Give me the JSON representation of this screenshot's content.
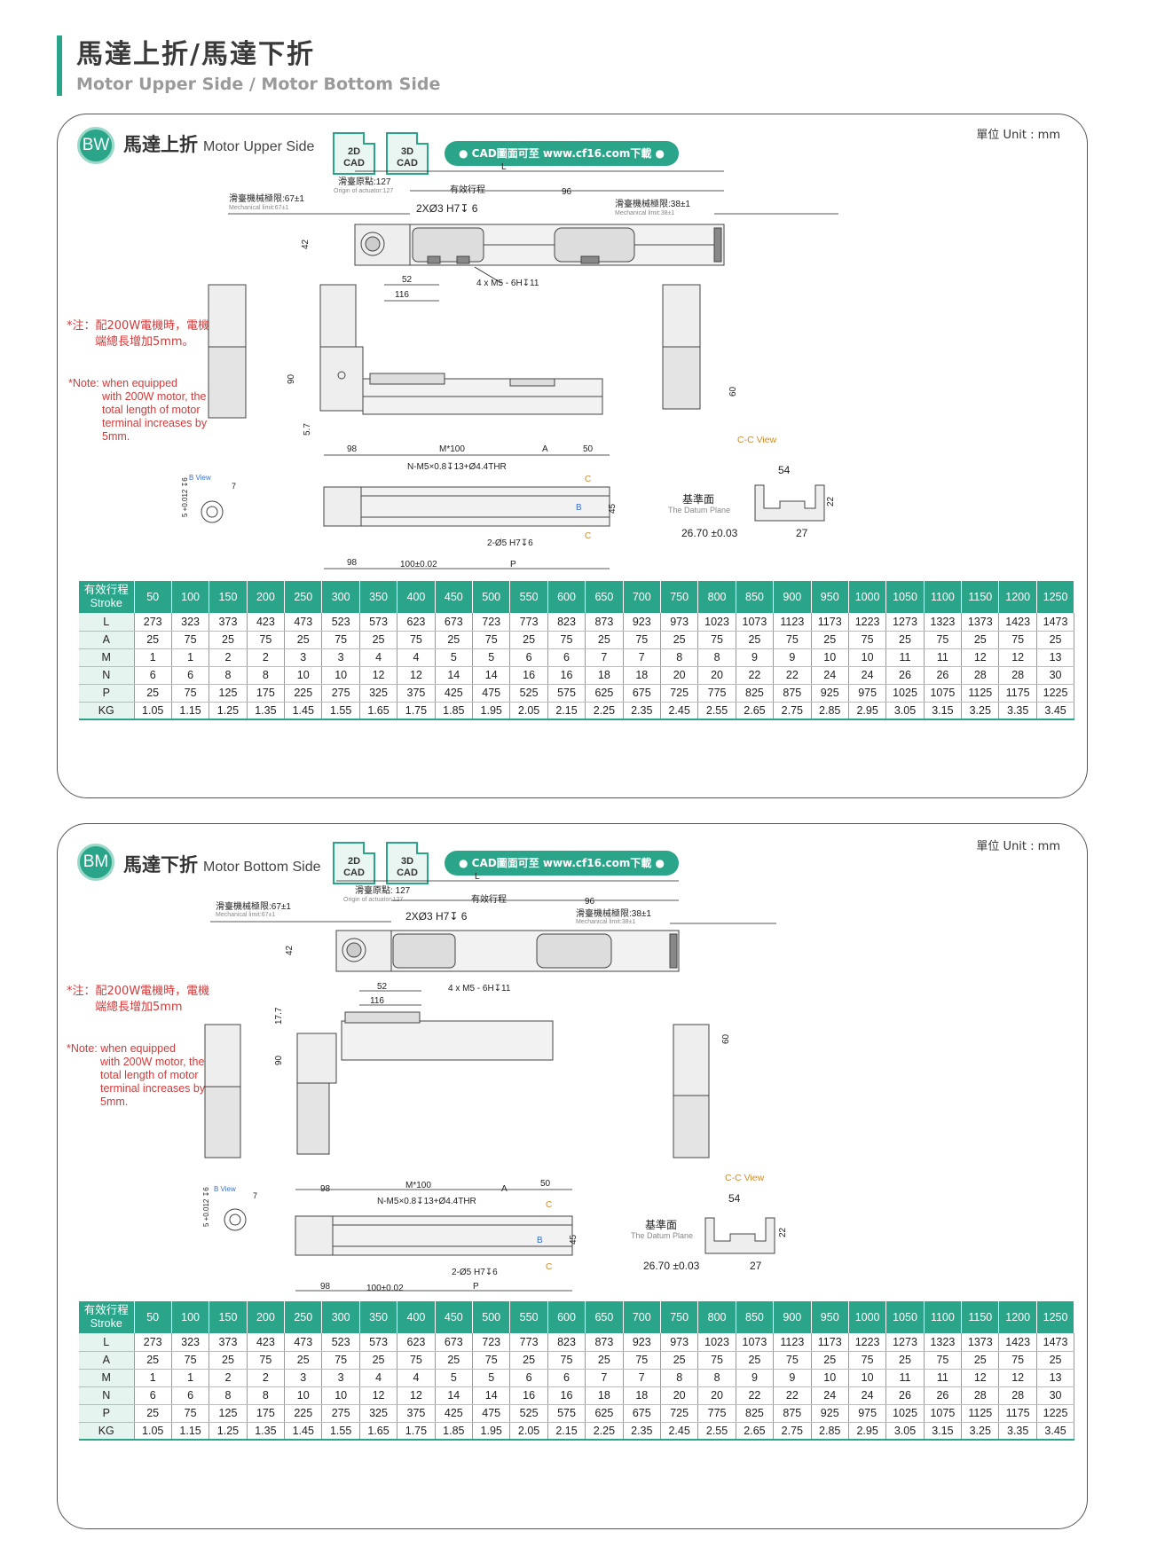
{
  "header": {
    "title": "馬達上折/馬達下折",
    "subtitle": "Motor Upper Side / Motor Bottom Side"
  },
  "common": {
    "cad_2d": [
      "2D",
      "CAD"
    ],
    "cad_3d": [
      "3D",
      "CAD"
    ],
    "cad_link": "● CAD圖面可至 www.cf16.com下載 ●",
    "note_zh_1": "*注：配200W電機時，電機",
    "note_zh_2": "端總長增加5mm。",
    "note_zh_2b": "端總長增加5mm",
    "note_en_1": "*Note: when equipped",
    "note_en_2": "with  200W motor, the",
    "note_en_3": "total length of motor",
    "note_en_4": "terminal increases by",
    "note_en_5": "5mm.",
    "dims": {
      "L": "L",
      "origin": "滑臺原點:127",
      "origin_en": "Origin of actuator:127",
      "origin_b": "滑臺原點: 127",
      "stroke": "有效行程",
      "mech_left": "滑臺機械極限:67±1",
      "mech_left_en": "Mechanical limit:67±1",
      "mech_right": "滑臺機械極限:38±1",
      "mech_right_en": "Mechanical limit:38±1",
      "d96": "96",
      "holes": "2XØ3 H7↧ 6",
      "d42": "42",
      "d52": "52",
      "d116": "116",
      "m5": "4 x M5 - 6H↧11",
      "d90": "90",
      "d57": "5.7",
      "d177": "17.7",
      "d60": "60",
      "cc_view": "C-C View",
      "d98": "98",
      "m100": "M*100",
      "dA": "A",
      "d50": "50",
      "nm5": "N-M5×0.8↧13+Ø4.4THR",
      "d45": "45",
      "d5": "2-Ø5 H7↧6",
      "p100": "100±0.02",
      "dP": "P",
      "dC": "C",
      "dB": "B",
      "b_view": "B View",
      "d7": "7",
      "tol": "5 +0.012 ↧6",
      "tol_0": "0",
      "d54": "54",
      "datum": "基準面",
      "datum_en": "The Datum Plane",
      "d22": "22",
      "d2670": "26.70 ±0.03",
      "d27": "27"
    }
  },
  "panel1": {
    "unit": "單位 Unit : mm",
    "badge": "BW",
    "title_zh": "馬達上折",
    "title_en": "Motor Upper Side"
  },
  "panel2": {
    "unit": "單位 Unit : mm",
    "badge": "BM",
    "title_zh": "馬達下折",
    "title_en": "Motor Bottom Side"
  },
  "table": {
    "header_label_zh": "有效行程",
    "header_label_en": "Stroke",
    "strokes": [
      "50",
      "100",
      "150",
      "200",
      "250",
      "300",
      "350",
      "400",
      "450",
      "500",
      "550",
      "600",
      "650",
      "700",
      "750",
      "800",
      "850",
      "900",
      "950",
      "1000",
      "1050",
      "1100",
      "1150",
      "1200",
      "1250"
    ],
    "rows": [
      {
        "label": "L",
        "values": [
          "273",
          "323",
          "373",
          "423",
          "473",
          "523",
          "573",
          "623",
          "673",
          "723",
          "773",
          "823",
          "873",
          "923",
          "973",
          "1023",
          "1073",
          "1123",
          "1173",
          "1223",
          "1273",
          "1323",
          "1373",
          "1423",
          "1473"
        ]
      },
      {
        "label": "A",
        "values": [
          "25",
          "75",
          "25",
          "75",
          "25",
          "75",
          "25",
          "75",
          "25",
          "75",
          "25",
          "75",
          "25",
          "75",
          "25",
          "75",
          "25",
          "75",
          "25",
          "75",
          "25",
          "75",
          "25",
          "75",
          "25"
        ]
      },
      {
        "label": "M",
        "values": [
          "1",
          "1",
          "2",
          "2",
          "3",
          "3",
          "4",
          "4",
          "5",
          "5",
          "6",
          "6",
          "7",
          "7",
          "8",
          "8",
          "9",
          "9",
          "10",
          "10",
          "11",
          "11",
          "12",
          "12",
          "13"
        ]
      },
      {
        "label": "N",
        "values": [
          "6",
          "6",
          "8",
          "8",
          "10",
          "10",
          "12",
          "12",
          "14",
          "14",
          "16",
          "16",
          "18",
          "18",
          "20",
          "20",
          "22",
          "22",
          "24",
          "24",
          "26",
          "26",
          "28",
          "28",
          "30"
        ]
      },
      {
        "label": "P",
        "values": [
          "25",
          "75",
          "125",
          "175",
          "225",
          "275",
          "325",
          "375",
          "425",
          "475",
          "525",
          "575",
          "625",
          "675",
          "725",
          "775",
          "825",
          "875",
          "925",
          "975",
          "1025",
          "1075",
          "1125",
          "1175",
          "1225"
        ]
      },
      {
        "label": "KG",
        "values": [
          "1.05",
          "1.15",
          "1.25",
          "1.35",
          "1.45",
          "1.55",
          "1.65",
          "1.75",
          "1.85",
          "1.95",
          "2.05",
          "2.15",
          "2.25",
          "2.35",
          "2.45",
          "2.55",
          "2.65",
          "2.75",
          "2.85",
          "2.95",
          "3.05",
          "3.15",
          "3.25",
          "3.35",
          "3.45"
        ]
      }
    ]
  }
}
